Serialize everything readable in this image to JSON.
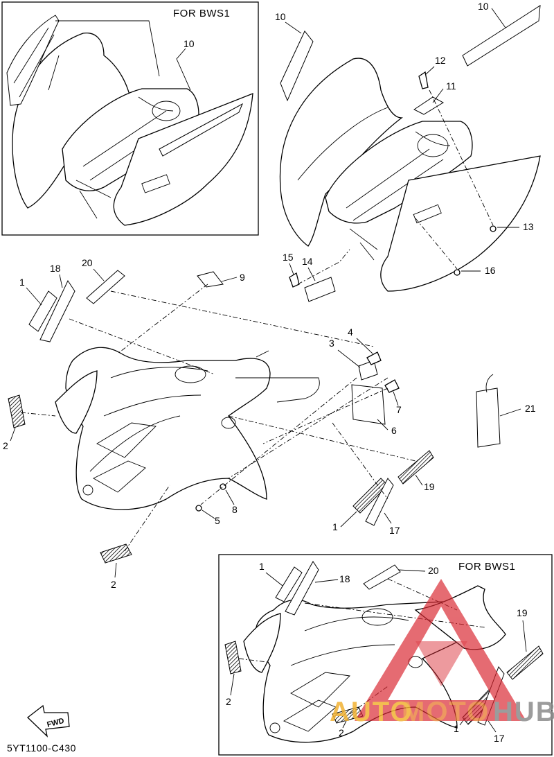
{
  "diagram": {
    "code": "5YT1100-C430",
    "fwd_label": "FWD",
    "inset_top_title": "FOR BWS1",
    "inset_bottom_title": "FOR BWS1",
    "watermark": {
      "left": "AUTO",
      "middle": "MOTO",
      "right": "HUB",
      "color": "#d9262f"
    },
    "callouts": {
      "c1": "1",
      "c2": "2",
      "c3": "3",
      "c4": "4",
      "c5": "5",
      "c6": "6",
      "c7": "7",
      "c8": "8",
      "c9": "9",
      "c10": "10",
      "c11": "11",
      "c12": "12",
      "c13": "13",
      "c14": "14",
      "c15": "15",
      "c16": "16",
      "c17": "17",
      "c18": "18",
      "c19": "19",
      "c20": "20",
      "c21": "21"
    }
  }
}
